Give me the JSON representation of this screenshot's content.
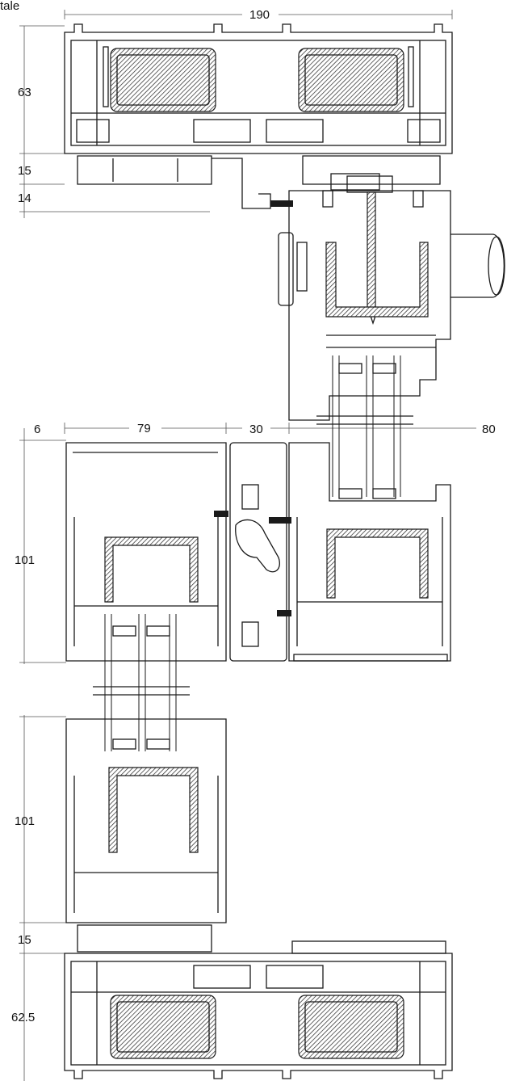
{
  "header": {
    "title_fragment": "tale"
  },
  "dimensions": {
    "overall_width": "190",
    "top_frame_height": "63",
    "top_rail_a": "15",
    "top_rail_b": "14",
    "gap_top": "6",
    "sash_left_width": "79",
    "mullion_width": "30",
    "sash_right_width": "80",
    "sash_upper_height": "101",
    "sash_lower_height": "101",
    "bottom_rail": "15",
    "bottom_frame_height": "62.5"
  },
  "colors": {
    "line": "#1a1a1a",
    "background": "#ffffff"
  }
}
